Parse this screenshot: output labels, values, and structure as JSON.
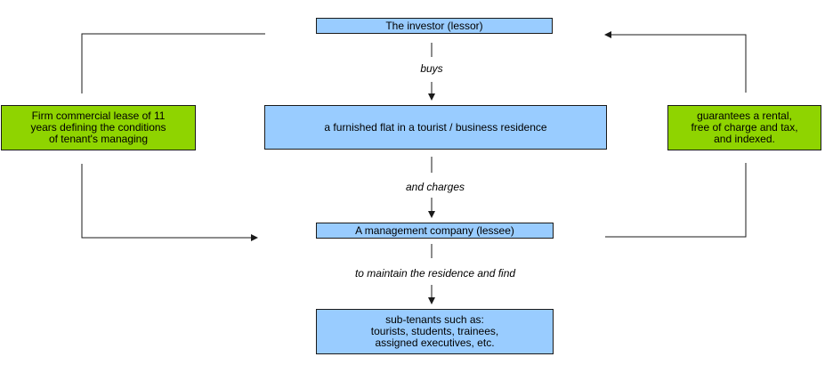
{
  "nodes": {
    "investor": "The investor (lessor)",
    "flat": "a furnished flat in a tourist / business residence",
    "management": "A management company (lessee)",
    "subtenants": [
      "sub-tenants such as:",
      "tourists, students, trainees,",
      "assigned executives, etc."
    ],
    "lease": [
      "Firm commercial lease of 11",
      "years defining the conditions",
      "of tenant's managing"
    ],
    "guarantee": [
      "guarantees a rental,",
      "free of charge and tax,",
      "and indexed."
    ]
  },
  "edges": {
    "buys": "buys",
    "charges": "and charges",
    "maintain": "to maintain the residence and find"
  },
  "colors": {
    "blue_box": "#99ccff",
    "green_box": "#8fd400",
    "line": "#1a1a1a"
  }
}
